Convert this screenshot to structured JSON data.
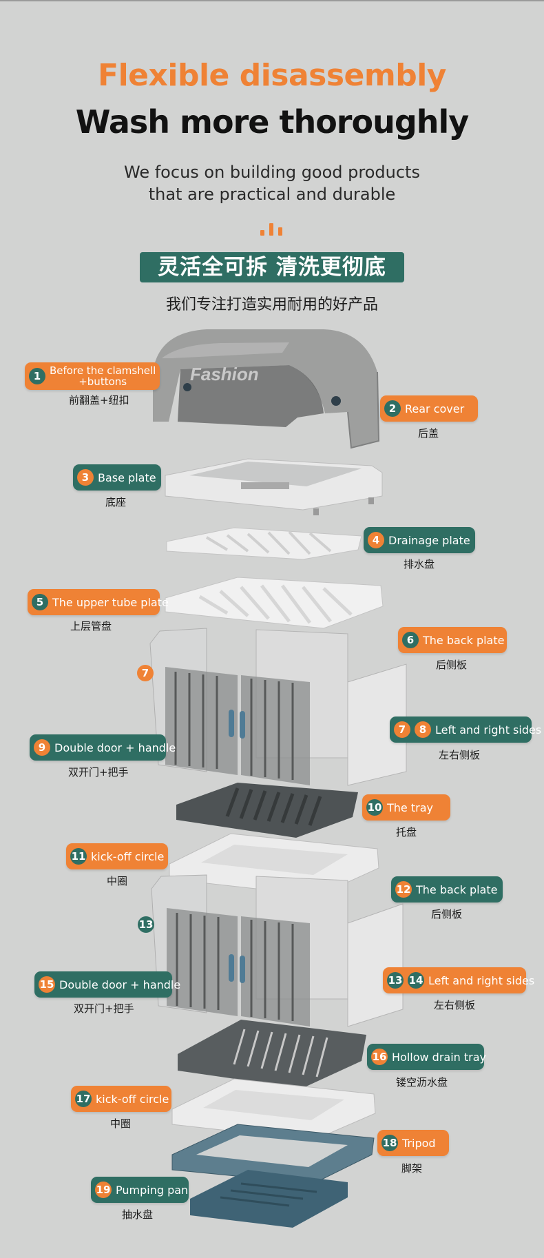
{
  "header": {
    "title_en": "Flexible disassembly",
    "subtitle_en": "Wash more thoroughly",
    "desc_en_1": "We focus on building good products",
    "desc_en_2": "that are practical and durable",
    "title_cn": "灵活全可拆  清洗更彻底",
    "desc_cn": "我们专注打造实用耐用的好产品"
  },
  "product_logo": "Fashion",
  "parts": [
    {
      "num": "1",
      "label_line1": "Before the clamshell",
      "label_line2": "+buttons",
      "cn": "前翻盖+纽扣"
    },
    {
      "num": "2",
      "label": "Rear cover",
      "cn": "后盖"
    },
    {
      "num": "3",
      "label": "Base plate",
      "cn": "底座"
    },
    {
      "num": "4",
      "label": "Drainage plate",
      "cn": "排水盘"
    },
    {
      "num": "5",
      "label": "The upper tube plate",
      "cn": "上层管盘"
    },
    {
      "num": "6",
      "label": "The back plate",
      "cn": "后侧板"
    },
    {
      "num": "7",
      "num2": "8",
      "label": "Left and right sides",
      "cn": "左右侧板",
      "badge": "7"
    },
    {
      "num": "9",
      "label": "Double door + handle",
      "cn": "双开门+把手"
    },
    {
      "num": "10",
      "label": "The tray",
      "cn": "托盘"
    },
    {
      "num": "11",
      "label": "kick-off circle",
      "cn": "中圈"
    },
    {
      "num": "12",
      "label": "The back plate",
      "cn": "后侧板"
    },
    {
      "num": "13",
      "num2": "14",
      "label": "Left and right sides",
      "cn": "左右侧板",
      "badge": "13"
    },
    {
      "num": "15",
      "label": "Double door + handle",
      "cn": "双开门+把手"
    },
    {
      "num": "16",
      "label": "Hollow drain tray",
      "cn": "镂空沥水盘"
    },
    {
      "num": "17",
      "label": "kick-off circle",
      "cn": "中圈"
    },
    {
      "num": "18",
      "label": "Tripod",
      "cn": "脚架"
    },
    {
      "num": "19",
      "label": "Pumping pan",
      "cn": "抽水盘"
    }
  ],
  "colors": {
    "background": "#d2d3d2",
    "accent_orange": "#ef8235",
    "accent_teal": "#2f6e63"
  }
}
